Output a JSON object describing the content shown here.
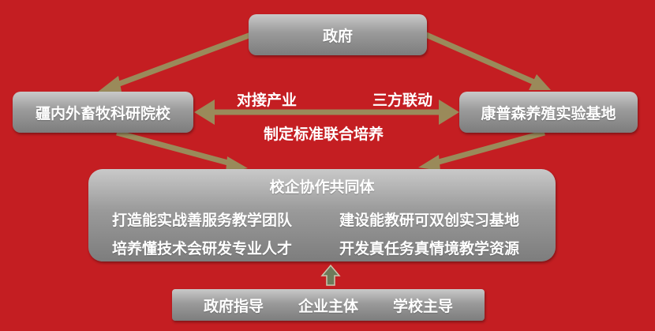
{
  "nodes": {
    "government": "政府",
    "institute": "疆内外畜牧科研院校",
    "base": "康普森养殖实验基地"
  },
  "links": {
    "left_label": "对接产业",
    "right_label": "三方联动",
    "center_label": "制定标准联合培养"
  },
  "community": {
    "title": "校企协作共同体",
    "items": [
      "打造能实战善服务教学团队",
      "建设能教研可双创实习基地",
      "培养懂技术会研发专业人才",
      "开发真任务真情境教学资源"
    ]
  },
  "foundation": {
    "items": [
      "政府指导",
      "企业主体",
      "学校主导"
    ]
  },
  "colors": {
    "background": "#c41e22",
    "arrow": "#9a8a5a",
    "box": "#9a9a9a"
  }
}
